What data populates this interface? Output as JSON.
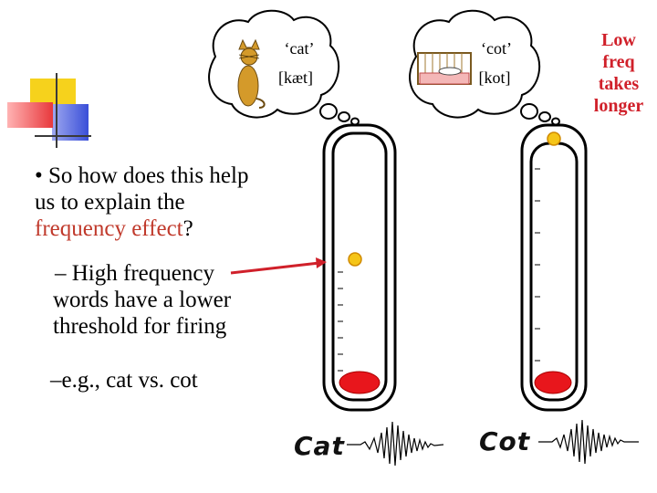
{
  "slide": {
    "bullet_main_prefix": "• So how does this help us to explain the",
    "bullet_main_highlight": "frequency effect",
    "bullet_main_suffix": "?",
    "sub_bullet_line1": "– High frequency",
    "sub_bullet_line2": "words have a lower",
    "sub_bullet_line3": "threshold for firing",
    "example": "–e.g., cat vs. cot",
    "side_note_line1": "Low",
    "side_note_line2": "freq",
    "side_note_line3": "takes",
    "side_note_line4": "longer"
  },
  "word_cat": {
    "quote": "‘cat’",
    "phonetic": "[kæt]",
    "handwritten": "Cat"
  },
  "word_cot": {
    "quote": "‘cot’",
    "phonetic": "[kot]",
    "handwritten": "Cot"
  },
  "colors": {
    "accent_red": "#d0202a",
    "logo_yellow": "#f6d21c",
    "logo_blue": "#3a4fd8",
    "logo_red": "#e8383c",
    "threshold_ball": "#f5c518",
    "activation_blob": "#e8161c"
  }
}
